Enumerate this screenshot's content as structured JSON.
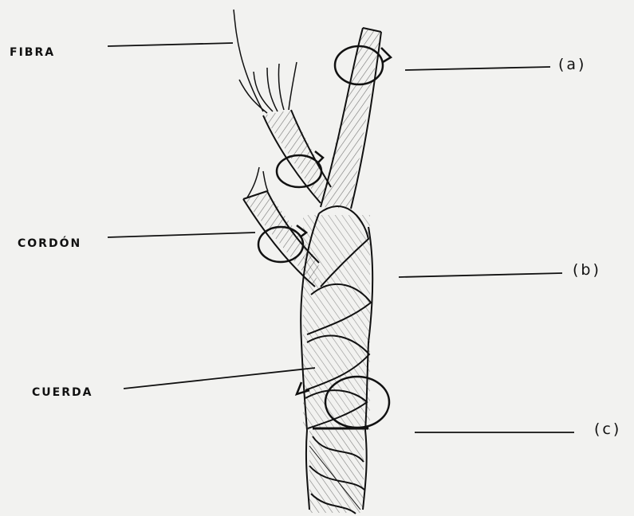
{
  "diagram": {
    "labels": {
      "fibra": "FIBRA",
      "cordon": "CORDÓN",
      "cuerda": "CUERDA",
      "a": "(a)",
      "b": "(b)",
      "c": "(c)"
    },
    "colors": {
      "paper": "#f2f2f0",
      "ink": "#111111"
    }
  }
}
